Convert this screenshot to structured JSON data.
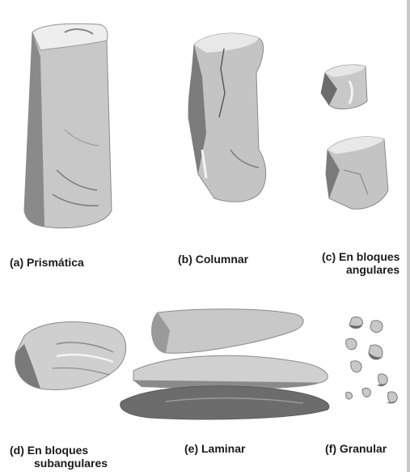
{
  "figure": {
    "panels": [
      {
        "id": "a",
        "label": "(a)  Prismática"
      },
      {
        "id": "b",
        "label": "(b)  Columnar"
      },
      {
        "id": "c",
        "label_line1": "(c)  En bloques",
        "label_line2": "angulares"
      },
      {
        "id": "d",
        "label_line1": "(d)  En bloques",
        "label_line2": "subangulares"
      },
      {
        "id": "e",
        "label": "(e)  Laminar"
      },
      {
        "id": "f",
        "label": "(f)  Granular"
      }
    ]
  },
  "colors": {
    "light": "#d9d9d9",
    "mid": "#b4b4b4",
    "dark": "#7c7c7c",
    "darker": "#5a5a5a",
    "highlight": "#f2f2f2",
    "text": "#1a1a1a"
  }
}
